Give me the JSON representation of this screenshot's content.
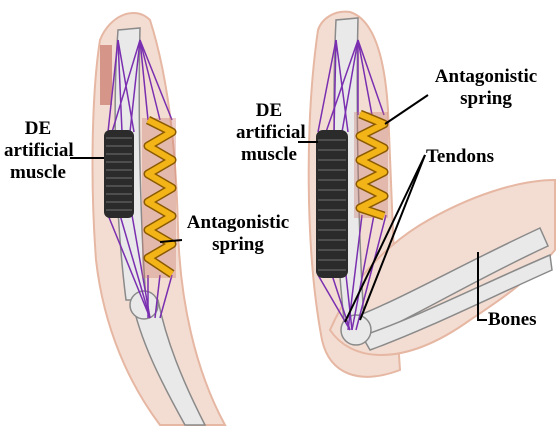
{
  "labels": {
    "left_muscle_line1": "DE",
    "left_muscle_line2": "artificial",
    "left_muscle_line3": "muscle",
    "left_spring_line1": "Antagonistic",
    "left_spring_line2": "spring",
    "right_muscle_line1": "DE",
    "right_muscle_line2": "artificial",
    "right_muscle_line3": "muscle",
    "right_spring_line1": "Antagonistic",
    "right_spring_line2": "spring",
    "tendons": "Tendons",
    "bones": "Bones"
  },
  "colors": {
    "skin": "#f3ddd2",
    "skin_edge": "#e6b7a3",
    "bone": "#e9e9e9",
    "bone_edge": "#8a8a8a",
    "tendon": "#7a2fb0",
    "spring": "#f2b417",
    "spring_edge": "#8a5a00",
    "actuator": "#2b2b2b",
    "actuator_ring": "#5a5a5a",
    "leader": "#000000"
  }
}
